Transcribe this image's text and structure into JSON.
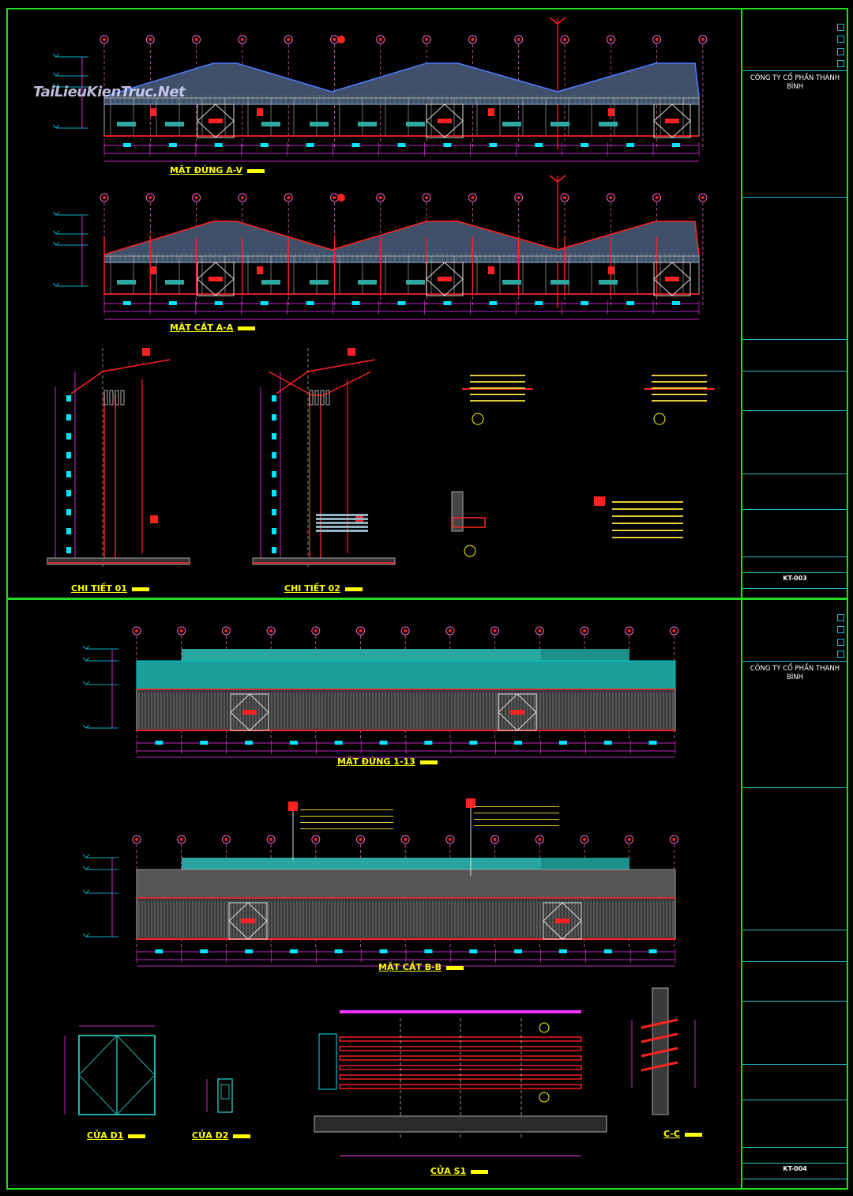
{
  "watermark": "TaiLieuKienTruc.Net",
  "colors": {
    "frame": "#22dd22",
    "grid": "#ff66cc",
    "struct": "#ff2222",
    "dim": "#ff33ff",
    "cyan": "#00e5ff",
    "title": "#ffff00",
    "roof": "#88aacc"
  },
  "titles": {
    "elev_av": "MẶT ĐỨNG A-V",
    "sect_aa": "MẶT CẮT A-A",
    "detail1": "CHI TIẾT 01",
    "detail2": "CHI TIẾT 02",
    "elev_113": "MẶT ĐỨNG 1-13",
    "sect_bb": "MẶT CẮT B-B",
    "door_d1": "CỬA D1",
    "door_d2": "CỬA D2",
    "window_s1": "CỬA S1",
    "section_cc": "C-C"
  },
  "titleblock_top": {
    "company": "CÔNG TY CỔ PHẦN THANH BÌNH",
    "sheet_no": "KT-003"
  },
  "titleblock_bottom": {
    "company": "CÔNG TY CỔ PHẦN THANH BÌNH",
    "sheet_no": "KT-004"
  }
}
